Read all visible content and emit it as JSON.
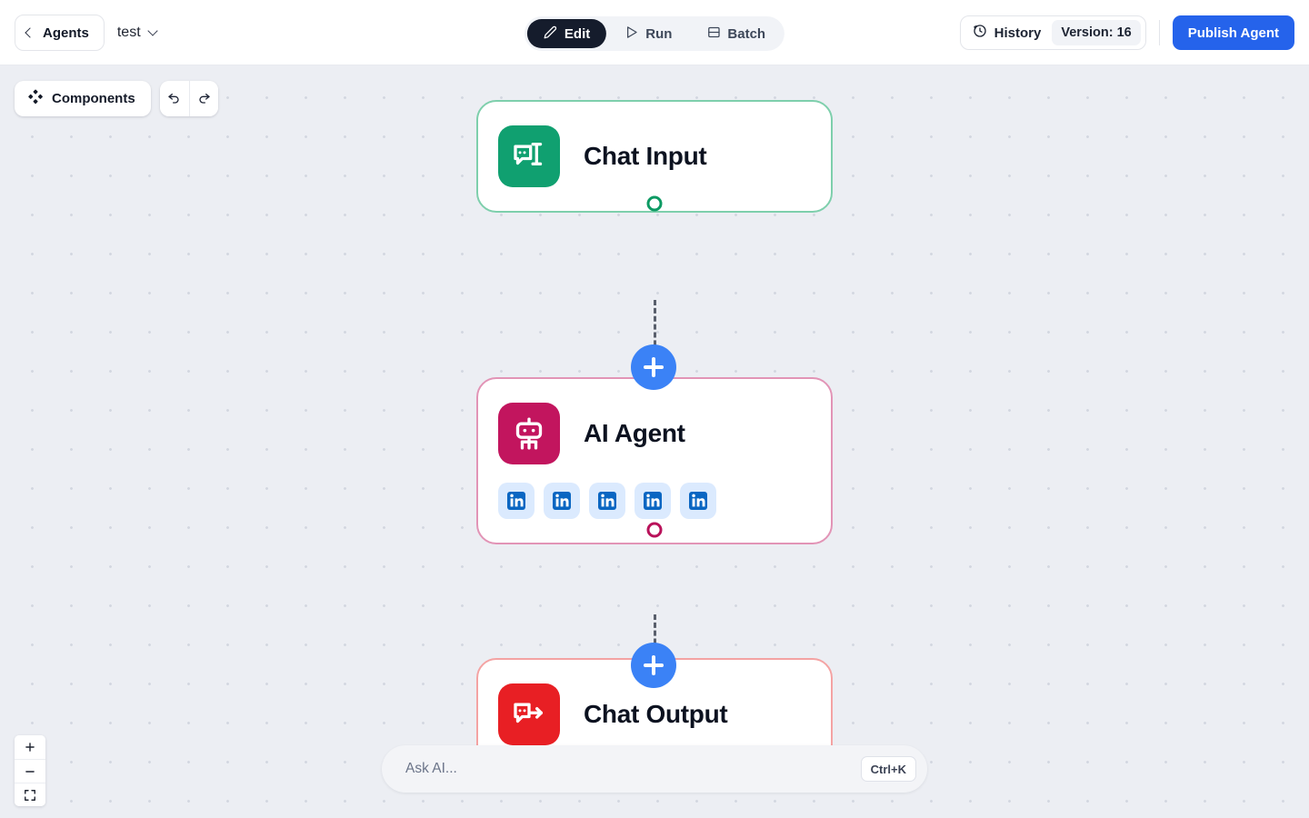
{
  "header": {
    "back_button": {
      "label": "Agents",
      "icon": "chevron-left-icon"
    },
    "flow_name": "test",
    "flow_dropdown_icon": "chevron-down-icon",
    "mode_tabs": [
      {
        "id": "edit",
        "label": "Edit",
        "icon": "pencil-icon",
        "active": true
      },
      {
        "id": "run",
        "label": "Run",
        "icon": "play-icon",
        "active": false
      },
      {
        "id": "batch",
        "label": "Batch",
        "icon": "layers-icon",
        "active": false
      }
    ],
    "history": {
      "label": "History",
      "icon": "clock-history-icon"
    },
    "version": "Version: 16",
    "publish": {
      "label": "Publish Agent",
      "color": "#2563eb"
    }
  },
  "canvas_toolbar": {
    "components": {
      "label": "Components",
      "icon": "diamond-grid-icon"
    },
    "undo": {
      "icon": "undo-arrow-icon"
    },
    "redo": {
      "icon": "redo-arrow-icon"
    }
  },
  "flow": {
    "nodes": [
      {
        "id": "chat-input",
        "title": "Chat Input",
        "icon": "chat-input-icon",
        "icon_color": "#10a070",
        "border_color": "#7ecfac",
        "source_handle_color": "#0d9a63",
        "tools": []
      },
      {
        "id": "ai-agent",
        "title": "AI Agent",
        "icon": "robot-icon",
        "icon_color": "#c2155e",
        "border_color": "#e294b6",
        "target_handle_color": "#b9125a",
        "source_handle_color": "#b9125a",
        "tools": [
          {
            "name": "linkedin-icon",
            "color": "#0a66c2"
          },
          {
            "name": "linkedin-icon",
            "color": "#0a66c2"
          },
          {
            "name": "linkedin-icon",
            "color": "#0a66c2"
          },
          {
            "name": "linkedin-icon",
            "color": "#0a66c2"
          },
          {
            "name": "linkedin-icon",
            "color": "#0a66c2"
          }
        ]
      },
      {
        "id": "chat-output",
        "title": "Chat Output",
        "icon": "chat-output-icon",
        "icon_color": "#e81f24",
        "border_color": "#f4a3a3",
        "target_handle_color": "#e81f24",
        "tools": []
      }
    ],
    "edges": [
      {
        "from": "chat-input",
        "to": "ai-agent",
        "style": "dashed",
        "add_button": "plus-icon"
      },
      {
        "from": "ai-agent",
        "to": "chat-output",
        "style": "dashed",
        "add_button": "plus-icon"
      }
    ]
  },
  "ask_bar": {
    "placeholder": "Ask AI...",
    "value": "",
    "shortcut": "Ctrl+K"
  },
  "zoom_controls": {
    "zoom_in": "plus-icon",
    "zoom_out": "minus-icon",
    "fit_view": "fit-view-icon"
  }
}
